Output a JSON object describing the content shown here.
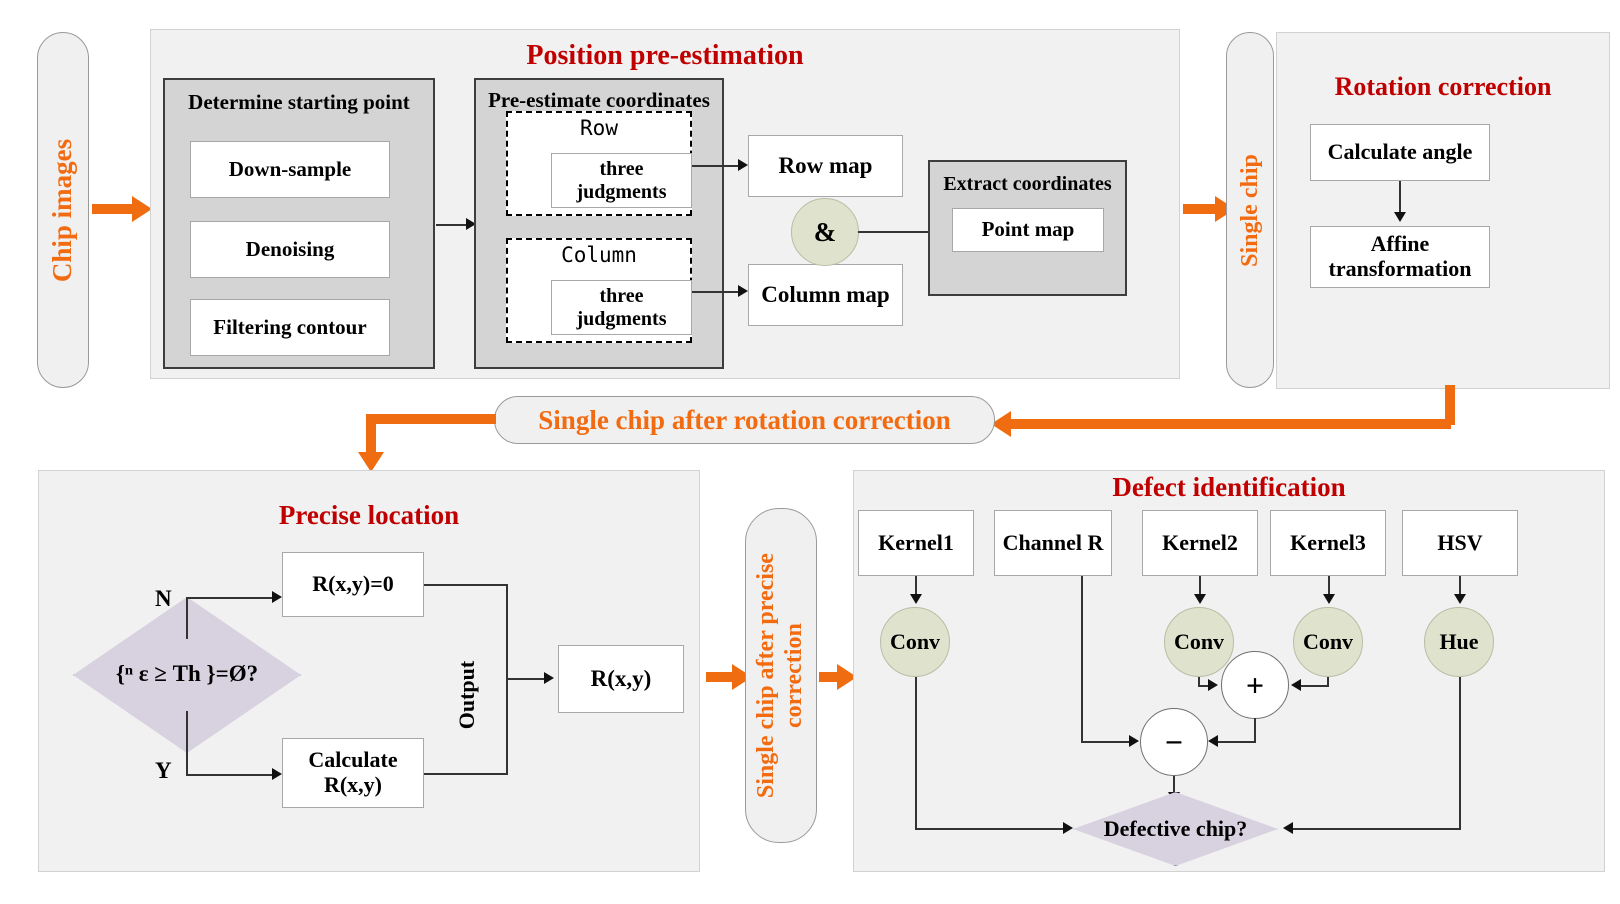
{
  "diagram": {
    "title": "Chip defect detection pipeline flowchart",
    "colors": {
      "heading_red": "#c00000",
      "orange": "#ef6c10",
      "panel_grey": "#f1f1f1",
      "group_grey": "#d4d4d4",
      "circle_green": "#dfe3cd",
      "diamond_purple": "#d8d2e0"
    }
  },
  "inputs": {
    "chip_images": "Chip images",
    "single_chip": "Single chip",
    "single_chip_after_rotation": "Single chip after rotation correction",
    "single_chip_after_precise_l1": "Single chip after precise",
    "single_chip_after_precise_l2": "correction"
  },
  "position_pre_estimation": {
    "heading": "Position pre-estimation",
    "determine_starting_point": {
      "title": "Determine starting point",
      "steps": [
        "Down-sample",
        "Denoising",
        "Filtering contour"
      ]
    },
    "pre_estimate_coordinates": {
      "title": "Pre-estimate coordinates",
      "groups": [
        {
          "label": "Row",
          "inner": "three\njudgments"
        },
        {
          "label": "Column",
          "inner": "three\njudgments"
        }
      ]
    },
    "row_map": "Row map",
    "column_map": "Column map",
    "and_operator": "&",
    "extract_coordinates": {
      "title": "Extract  coordinates",
      "inner": "Point map"
    }
  },
  "rotation_correction": {
    "heading": "Rotation correction",
    "steps": [
      "Calculate angle",
      "Affine\ntransformation"
    ]
  },
  "precise_location": {
    "heading": "Precise location",
    "decision": "{ⁿ  ε ≥ Th }=Ø?",
    "branch_no_label": "N",
    "branch_yes_label": "Y",
    "no_box": "R(x,y)=0",
    "yes_box": "Calculate\nR(x,y)",
    "output_label": "Output",
    "result_box": "R(x,y)"
  },
  "defect_identification": {
    "heading": "Defect identification",
    "sources": [
      "Kernel1",
      "Channel R",
      "Kernel2",
      "Kernel3",
      "HSV"
    ],
    "ops": {
      "conv1": "Conv",
      "conv2": "Conv",
      "conv3": "Conv",
      "hue": "Hue",
      "plus": "+",
      "minus": "−"
    },
    "decision": "Defective chip?"
  }
}
